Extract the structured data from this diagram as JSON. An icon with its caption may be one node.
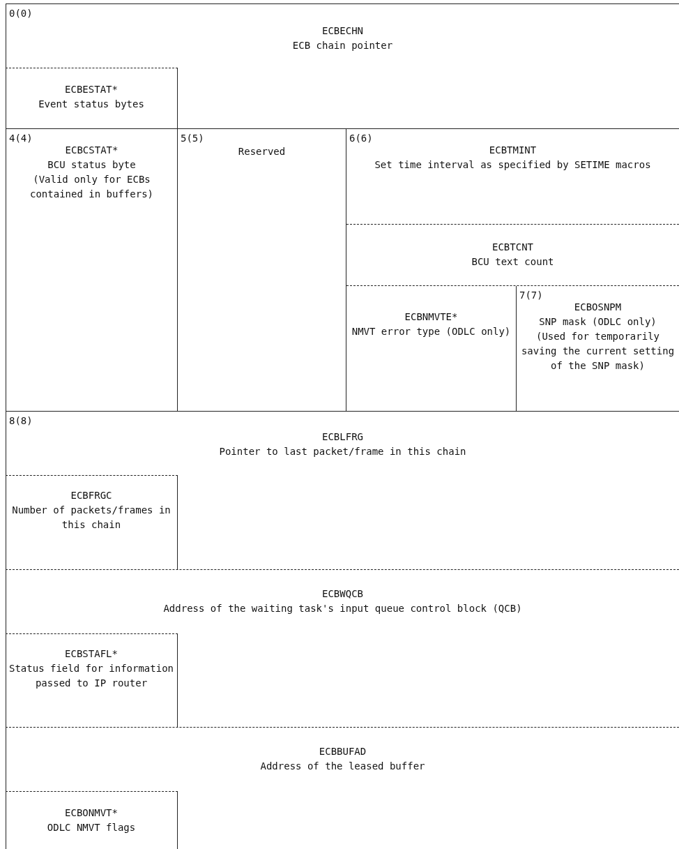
{
  "diagram": {
    "nodes": [
      {
        "text": [
          "0(0)",
          "ECBECHN",
          "ECB chain pointer"
        ]
      },
      {
        "text": [
          "ECBESTAT*",
          "Event status bytes"
        ],
        "in": 0
      },
      {
        "text": [
          "4(4)",
          "ECBCSTAT*",
          "BCU status byte",
          "(Valid only for ECBs contained in buffers)"
        ]
      },
      {
        "text": [
          "5(5)",
          "Reserved"
        ]
      },
      {
        "text": [
          "6(6)",
          "ECBTMINT",
          "Set time interval as specified by SETIME macros"
        ]
      },
      {
        "text": [
          "ECBTCNT",
          "BCU text count"
        ]
      },
      {
        "text": [
          "ECBNMVTE*",
          "NMVT error type (ODLC only)"
        ]
      },
      {
        "text": [
          "7(7)",
          "ECBOSNPM",
          "SNP mask (ODLC only)",
          "(Used for temporarily saving the current setting of the SNP mask)"
        ]
      },
      {
        "text": [
          "8(8)",
          "ECBLFRG",
          "Pointer to last packet/frame in this chain"
        ]
      },
      {
        "text": [
          "ECBFRGC",
          "Number of packets/frames in this chain"
        ],
        "in": 8
      },
      {
        "text": [
          "ECBWQCB",
          "Address of the waiting task's input queue control block (QCB)"
        ]
      },
      {
        "text": [
          "ECBSTAFL*",
          "Status field for information passed to IP router"
        ],
        "in": 10
      },
      {
        "text": [
          "ECBBUFAD",
          "Address of the leased buffer"
        ]
      },
      {
        "text": [
          "ECBONMVT*",
          "ODLC NMVT flags"
        ],
        "in": 12
      }
    ]
  }
}
